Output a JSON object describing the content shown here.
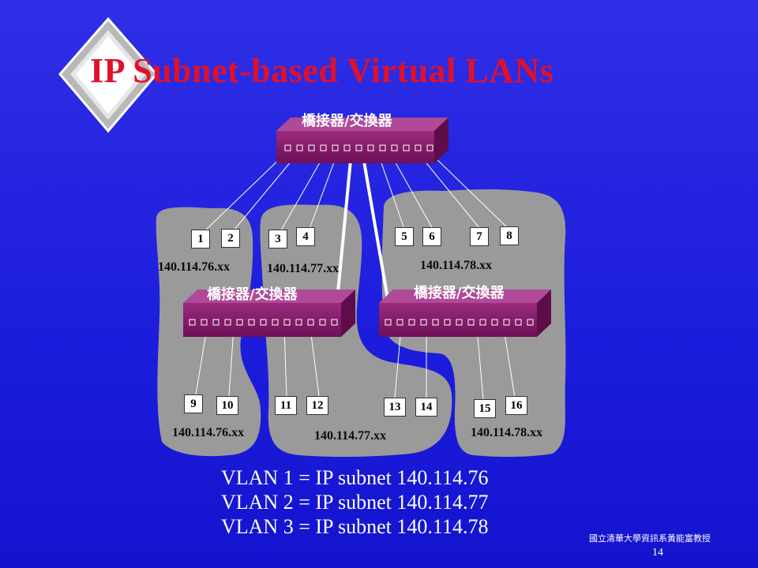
{
  "title": "IP Subnet-based Virtual LANs",
  "switches": {
    "top_label": "橋接器/交換器",
    "left_label": "橋接器/交換器",
    "right_label": "橋接器/交換器"
  },
  "top_ports": [
    "1",
    "2",
    "3",
    "4",
    "5",
    "6",
    "7",
    "8"
  ],
  "bottom_ports": [
    "9",
    "10",
    "11",
    "12",
    "13",
    "14",
    "15",
    "16"
  ],
  "subnets_upper": [
    "140.114.76.xx",
    "140.114.77.xx",
    "140.114.78.xx"
  ],
  "subnets_lower": [
    "140.114.76.xx",
    "140.114.77.xx",
    "140.114.78.xx"
  ],
  "vlans": [
    "VLAN 1 = IP subnet 140.114.76",
    "VLAN 2 = IP subnet 140.114.77",
    "VLAN 3 = IP subnet 140.114.78"
  ],
  "footer": {
    "org": "國立清華大學資訊系黃能富教授",
    "page": "14"
  },
  "colors": {
    "background": "#1c1cdc",
    "title": "#e0102a",
    "switch_body": "#8a1a6e",
    "region": "#9a9a9a"
  }
}
